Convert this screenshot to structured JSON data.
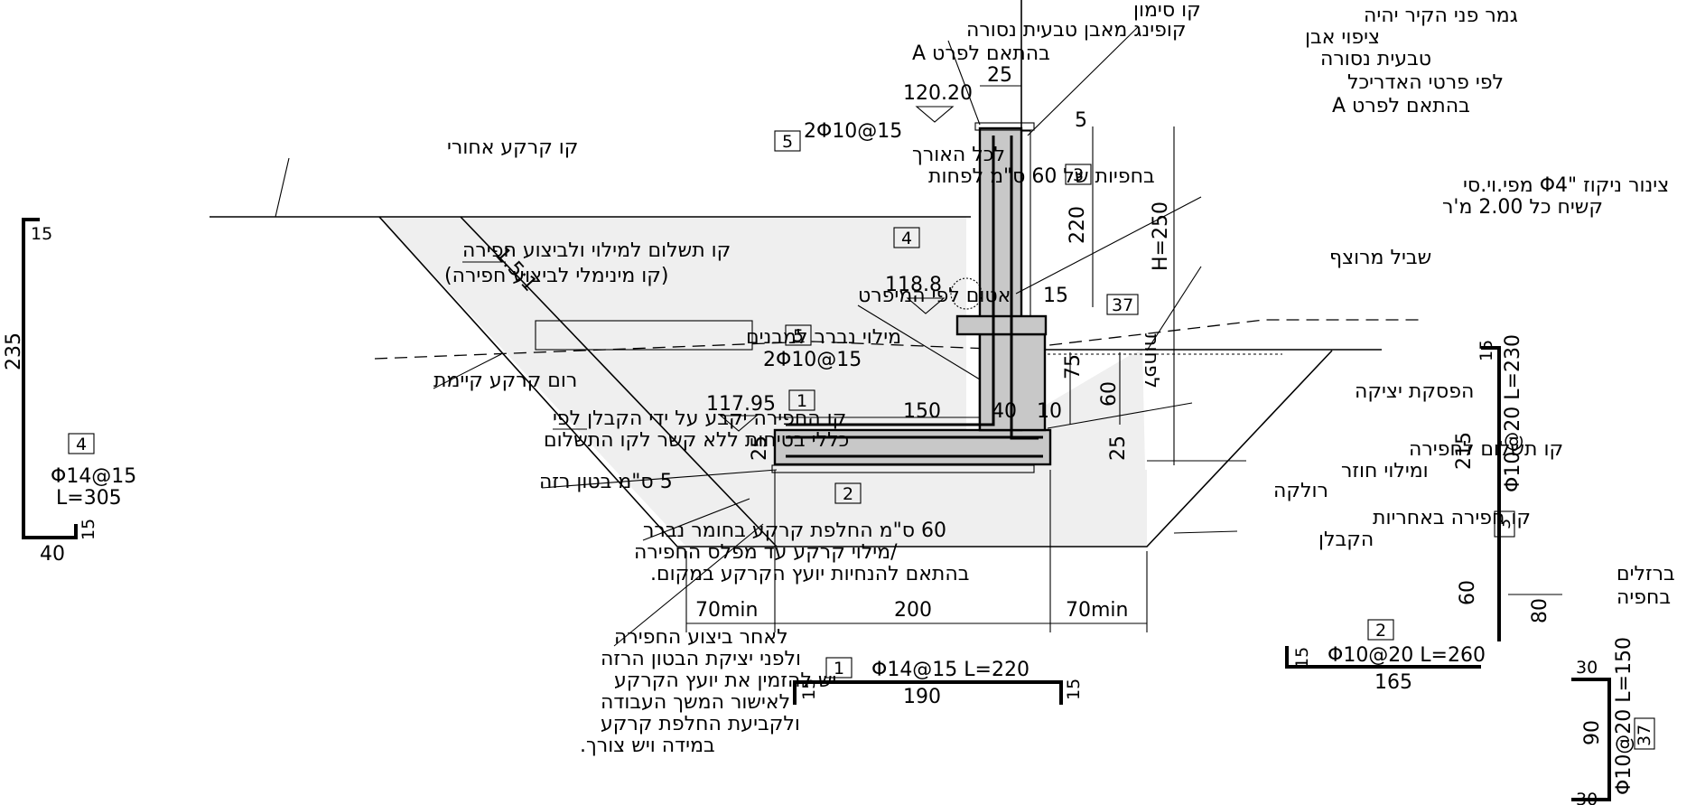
{
  "labels": {
    "marking_line": "קו סימון",
    "coping": "קופינג מאבן טבעית נסורה",
    "coping_detail": "בהתאם לפרט A",
    "wall_finish_1": "גמר פני הקיר יהיה",
    "wall_finish_2": "ציפוי אבן",
    "wall_finish_3": "טבעית נסורה",
    "wall_finish_4": "לפי פרטי האדריכל",
    "wall_finish_5": "בהתאם לפרט A",
    "rear_ground": "קו קרקע אחורי",
    "rebar5_spec": "2Φ10@15",
    "rebar5_line2": "לכל האורך",
    "rebar5_line3": "בחפיות של 60 ס\"מ לפחות",
    "drain_pipe_1": "צינור ניקוז \"Φ4 מפי.וי.סי",
    "drain_pipe_2": "קשיח כל 2.00 מ'ר",
    "paved_path": "שביל מרוצף",
    "payment_line_1": "קו תשלום למילוי ולביצוע חפירה",
    "payment_line_2": "(קו מינימלי לביצוע חפירה)",
    "slope": "1.5:1",
    "sealing": "אטום לפי המיפרט",
    "select_fill": "מילוי נברר למבנים",
    "existing_ground": "רום קרקע קיימת",
    "excavation_line_1": "קו החפירה יקבע על ידי הקבלן לפי",
    "excavation_line_2": "כללי בטיחות ללא קשר לקו התשלום",
    "lean_concrete": "5 ס\"מ בטון רזה",
    "soil_replace_1": "60 ס\"מ החלפת קרקע בחומר נברר",
    "soil_replace_2": "/מילוי קרקע עד מפלס החפירה",
    "soil_replace_3": "בהתאם להנחיות יועץ הקרקע במקום.",
    "after_exc_1": "לאחר ביצוע החפירה",
    "after_exc_2": "ולפני יציקת הבטון הרזה",
    "after_exc_3": "יש להזמין את יועץ הקרקע",
    "after_exc_4": "לאישור המשך העבודה",
    "after_exc_5": "ולקביעת החלפת קרקע",
    "after_exc_6": "במידה ויש צורך.",
    "cold_joint": "הפסקת יציקה",
    "payment_exc_1": "קו תשלום לחפירה",
    "payment_exc_2": "ומילוי חוזר",
    "fillet": "רולקה",
    "contractor_exc_1": "קו חפירה באחריות",
    "contractor_exc_2": "הקבלן",
    "bars_in_lap_1": "ברזלים",
    "bars_in_lap_2": "בחפיה",
    "at_least": "לפחות"
  },
  "levels": {
    "top": "120.20",
    "fill": "118.8",
    "footing": "117.95"
  },
  "tags": {
    "t1": "1",
    "t2": "2",
    "t3": "3",
    "t4": "4",
    "t5a": "5",
    "t5b": "5",
    "t37": "37"
  },
  "dims": {
    "d25_top": "25",
    "d5": "5",
    "d220": "220",
    "h250": "H=250",
    "d15_toe": "15",
    "d75": "75",
    "d60": "60",
    "d150": "150",
    "d40": "40",
    "d10": "10",
    "d25_footing": "25",
    "d25_right": "25",
    "d70_left": "70min",
    "d200": "200",
    "d70_right": "70min"
  },
  "bars": {
    "b1_spec": "Φ14@15 L=220",
    "b1_len": "190",
    "b1_hook_l": "15",
    "b1_hook_r": "15",
    "b2_spec": "Φ10@20 L=260",
    "b2_len": "165",
    "b2_hook": "15",
    "b3_spec": "Φ10@20 L=230",
    "b3_len": "215",
    "b3_hook": "15",
    "b3_lap": "60",
    "b3_lap2": "80",
    "b4_spec": "Φ14@15",
    "b4_len": "L=305",
    "b4_h": "235",
    "b4_top": "15",
    "b4_bot": "15",
    "b4_base": "40",
    "b37_spec": "Φ10@20 L=150",
    "b37_h": "90",
    "b37_top": "30",
    "b37_bot": "30"
  }
}
